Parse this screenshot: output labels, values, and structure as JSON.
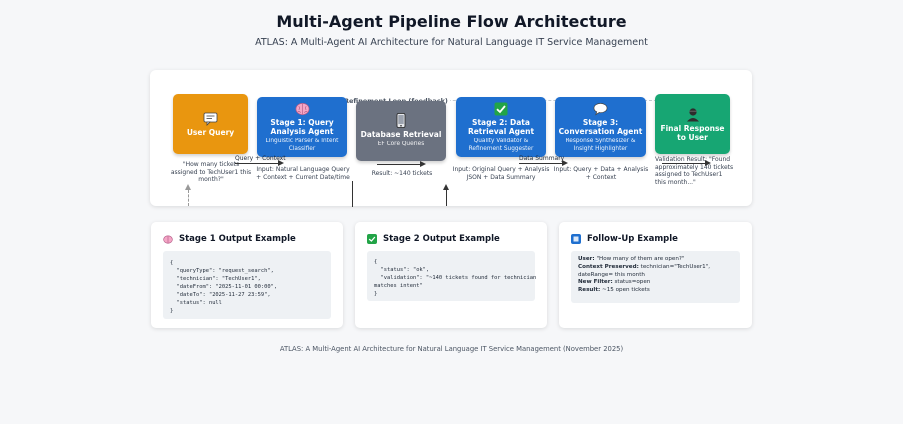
{
  "header": {
    "title": "Multi-Agent Pipeline Flow Architecture",
    "subtitle": "ATLAS: A Multi-Agent AI Architecture for Natural Language IT Service Management"
  },
  "flow": {
    "dashed_label": "Refinement Loop (feedback)",
    "nodes": {
      "user": {
        "title": "User Query",
        "icon": "speech-bubble-icon",
        "color": "#e9960f"
      },
      "stage1": {
        "title": "Stage 1: Query Analysis Agent",
        "sub": "Linguistic Parser & Intent Classifier",
        "icon": "brain-icon",
        "color": "#1f6fcf"
      },
      "db": {
        "title": "Database Retrieval",
        "sub": "EF Core Queries",
        "icon": "phone-icon",
        "color": "#6b7280"
      },
      "stage2": {
        "title": "Stage 2: Data Retrieval Agent",
        "sub": "Quality Validator & Refinement Suggester",
        "icon": "check-icon",
        "color": "#1f6fcf"
      },
      "stage3": {
        "title": "Stage 3: Conversation Agent",
        "sub": "Response Synthesizer & Insight Highlighter",
        "icon": "chat-bubble-icon",
        "color": "#1f6fcf"
      },
      "final": {
        "title": "Final Response to User",
        "icon": "person-icon",
        "color": "#17a673"
      }
    },
    "captions": {
      "user": "\"How many tickets assigned to TechUser1 this month?\"",
      "stage1": "Input: Natural Language Query + Context + Current Date/time",
      "db": "Result: ~140 tickets",
      "stage2": "Input: Original Query + Analysis JSON + Data Summary",
      "stage3": "Input: Query + Data + Analysis + Context",
      "final": "Validation Result: \"Found approximately 140 tickets assigned to TechUser1 this month...\""
    },
    "edges": {
      "query_context": "Query + Context",
      "data_summary": "Data Summary"
    }
  },
  "panels": {
    "stage1": {
      "title": "Stage 1 Output Example",
      "icon": "brain-icon",
      "code": "{\n  \"queryType\": \"request_search\",\n  \"technician\": \"TechUser1\",\n  \"dateFrom\": \"2025-11-01 00:00\",\n  \"dateTo\": \"2025-11-27 23:59\",\n  \"status\": null\n}"
    },
    "stage2": {
      "title": "Stage 2 Output Example",
      "icon": "check-icon",
      "code": "{\n  \"status\": \"ok\",\n  \"validation\": \"~140 tickets found for technician\nmatches intent\"\n}"
    },
    "followup": {
      "title": "Follow-Up Example",
      "icon": "square-icon",
      "user_label": "User:",
      "user_text": "\"How many of them are open?\"",
      "context_label": "Context Preserved:",
      "context_text": "technician=\"TechUser1\", dateRange= this month",
      "filter_label": "New Filter:",
      "filter_text": "status=open",
      "result_label": "Result:",
      "result_text": "~15 open tickets"
    }
  },
  "footer": "ATLAS: A Multi-Agent AI Architecture for Natural Language IT Service Management (November 2025)"
}
